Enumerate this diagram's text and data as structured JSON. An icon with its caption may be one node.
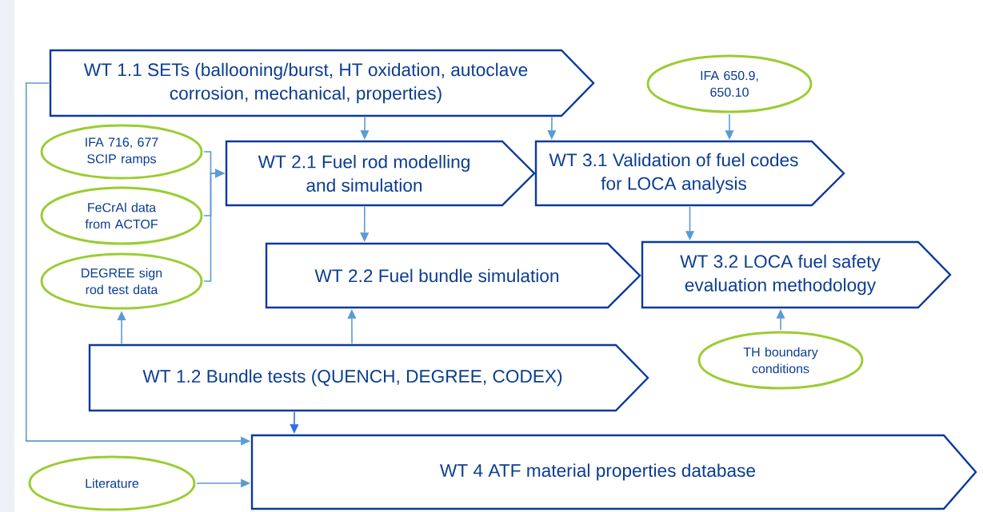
{
  "diagram": {
    "nodes": [
      {
        "text": [
          "WT 1.1 SETs (ballooning/burst, HT oxidation, autoclave corrosion, mechanical, properties)"
        ]
      },
      {
        "text": [
          "IFA 716, 677 SCIP ramps"
        ]
      },
      {
        "text": [
          "FeCrAl data from ACTOF"
        ]
      },
      {
        "text": [
          "DEGREE sign rod test data"
        ]
      },
      {
        "text": [
          "WT 2.1 Fuel rod modelling and simulation"
        ]
      },
      {
        "text": [
          "IFA 650.9, 650.10"
        ]
      },
      {
        "text": [
          "WT 3.1 Validation of fuel codes for LOCA analysis"
        ]
      },
      {
        "text": [
          "WT 2.2 Fuel bundle simulation"
        ]
      },
      {
        "text": [
          "WT 3.2 LOCA fuel safety evaluation methodology"
        ]
      },
      {
        "text": [
          "TH boundary conditions"
        ]
      },
      {
        "text": [
          "WT 1.2 Bundle tests (QUENCH, DEGREE, CODEX)"
        ]
      },
      {
        "text": [
          "WT 4 ATF material properties database"
        ]
      },
      {
        "text": [
          "Literature"
        ]
      }
    ],
    "edges": [
      {
        "from": 0,
        "to": 4,
        "arrow": "to"
      },
      {
        "from": 0,
        "to": 6,
        "arrow": "to"
      },
      {
        "from": 5,
        "to": 6,
        "arrow": "to"
      },
      {
        "from": 1,
        "to": 4,
        "arrow": "to"
      },
      {
        "from": 2,
        "to": 4,
        "arrow": "to"
      },
      {
        "from": 3,
        "to": 4,
        "arrow": "to"
      },
      {
        "from": 4,
        "to": 7,
        "arrow": "to"
      },
      {
        "from": 6,
        "to": 8,
        "arrow": "to"
      },
      {
        "from": 9,
        "to": 8,
        "arrow": "to"
      },
      {
        "from": 10,
        "to": 3,
        "arrow": "to"
      },
      {
        "from": 10,
        "to": 7,
        "arrow": "to"
      },
      {
        "from": 10,
        "to": 11,
        "arrow": "to",
        "color": "#2f6fed"
      },
      {
        "from": 0,
        "to": 11,
        "arrow": "to"
      },
      {
        "from": 12,
        "to": 11,
        "arrow": "to"
      }
    ]
  }
}
